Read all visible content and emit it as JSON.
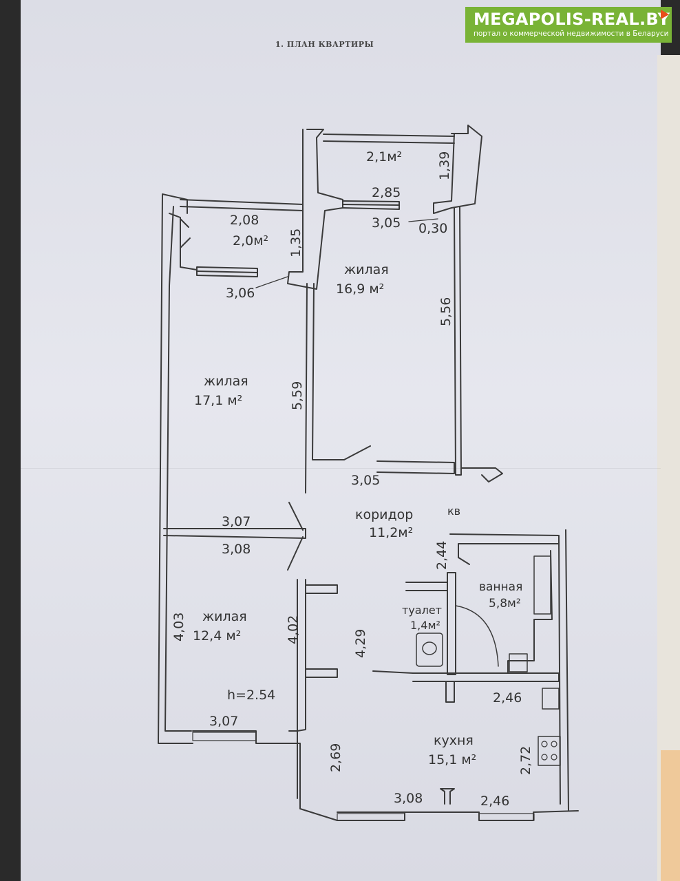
{
  "watermark": {
    "name": "MEGAPOLIS-REAL.BY",
    "tagline": "портал о коммерческой недвижимости в Беларуси"
  },
  "document": {
    "title": "1. ПЛАН КВАРТИРЫ"
  },
  "rooms": {
    "balcony_top": {
      "area": "2,1м²"
    },
    "balcony_left": {
      "area": "2,0м²"
    },
    "bedroom_top": {
      "name": "жилая",
      "area": "16,9 м²"
    },
    "bedroom_left": {
      "name": "жилая",
      "area": "17,1 м²"
    },
    "bedroom_bottom": {
      "name": "жилая",
      "area": "12,4 м²"
    },
    "corridor": {
      "name": "коридор",
      "area": "11,2м²"
    },
    "bathroom": {
      "name": "ванная",
      "area": "5,8м²"
    },
    "toilet": {
      "name": "туалет",
      "area": "1,4м²"
    },
    "kitchen": {
      "name": "кухня",
      "area": "15,1 м²"
    }
  },
  "labels": {
    "apartment_mark": "кв",
    "ceiling_height": "h=2.54"
  },
  "dimensions": {
    "d_2_08": "2,08",
    "d_1_35": "1,35",
    "d_3_06": "3,06",
    "d_2_85": "2,85",
    "d_3_05_top": "3,05",
    "d_0_30": "0,30",
    "d_1_39": "1,39",
    "d_5_56": "5,56",
    "d_5_59": "5,59",
    "d_3_05_mid": "3,05",
    "d_3_07_top": "3,07",
    "d_3_08_mid": "3,08",
    "d_2_44": "2,44",
    "d_4_03": "4,03",
    "d_4_02": "4,02",
    "d_4_29": "4,29",
    "d_3_07_bot": "3,07",
    "d_2_46_top": "2,46",
    "d_2_69": "2,69",
    "d_2_72": "2,72",
    "d_3_08_bot": "3,08",
    "d_2_46_bot": "2,46"
  },
  "colors": {
    "brand": "#79b336",
    "brand_accent": "#e94e1b",
    "line": "#3a3a3a",
    "paper": "#e2e3ea"
  }
}
